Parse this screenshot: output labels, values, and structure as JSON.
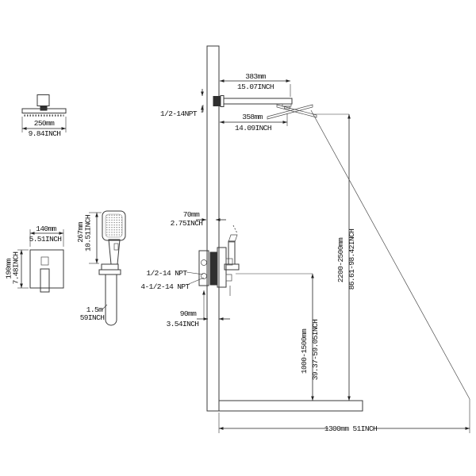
{
  "colors": {
    "background": "#ffffff",
    "object_line": "#3a3a3a",
    "dimension_line": "#222222",
    "text": "#111111",
    "dark_fitting": "#2f2f2f"
  },
  "labels": {
    "arm_thread": "1/2-14NPT",
    "valve_thread": "1/2-14 NPT",
    "valve_ports_thread": "4-1/2-14 NPT"
  },
  "dims": {
    "head_width": {
      "mm": "250mm",
      "inch": "9.84INCH"
    },
    "valve_width": {
      "mm": "140mm",
      "inch": "5.51INCH"
    },
    "valve_height": {
      "mm": "190mm",
      "inch": "7.48INCH"
    },
    "hand_shower_length": {
      "mm": "267mm",
      "inch": "10.51INCH"
    },
    "hose_length": {
      "mm": "1.5m",
      "inch": "59INCH"
    },
    "arm_length": {
      "mm": "383mm",
      "inch": "15.07INCH"
    },
    "head_reach": {
      "mm": "358mm",
      "inch": "14.09INCH"
    },
    "valve_depth_min": {
      "mm": "70mm",
      "inch": "2.75INCH"
    },
    "valve_depth_max": {
      "mm": "90mm",
      "inch": "3.54INCH"
    },
    "valve_mount_height": {
      "mm": "1000-1500mm",
      "inch": "39.37-59.05INCH"
    },
    "head_mount_height": {
      "mm": "2200-2500mm",
      "inch": "86.61-98.42INCH"
    },
    "spray_reach": {
      "text": "1300mm 51INCH"
    }
  }
}
